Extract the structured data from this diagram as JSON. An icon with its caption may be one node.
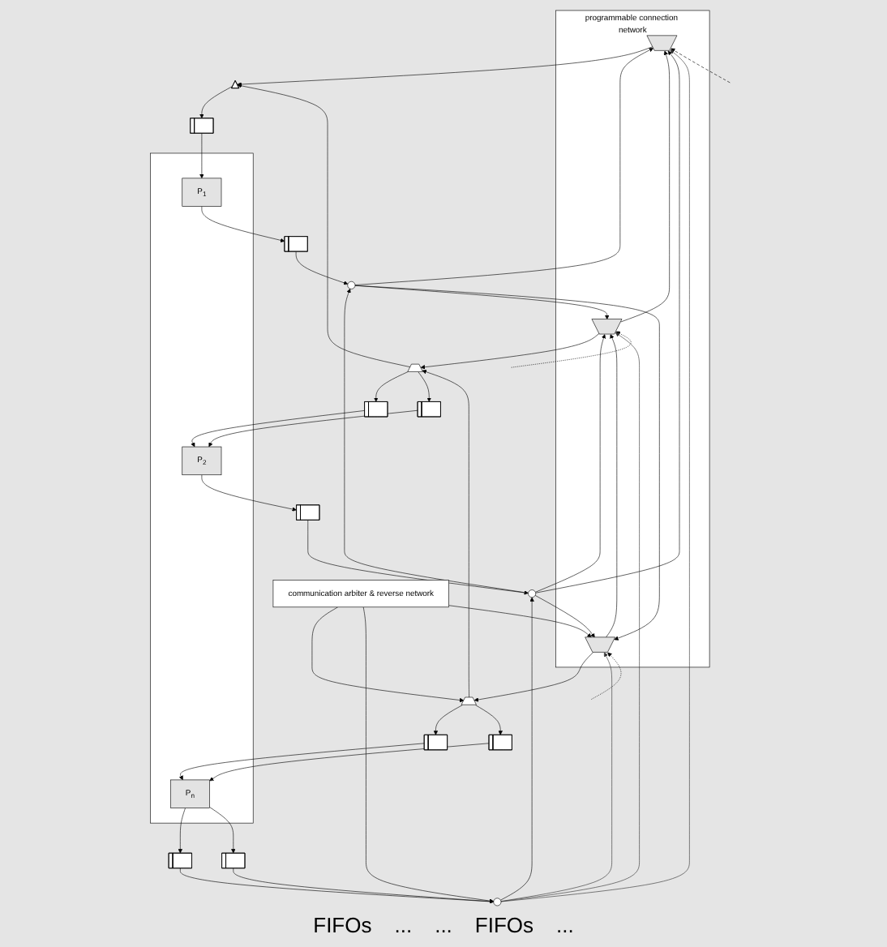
{
  "diagram": {
    "nodes": [
      {
        "text": [
          "programmable connection network"
        ]
      },
      {
        "text": [],
        "shape": "trapezoid",
        "in": 0
      },
      {
        "text": [],
        "shape": "trapezoid",
        "in": 0
      },
      {
        "text": [],
        "shape": "trapezoid",
        "in": 0
      },
      {
        "text": [
          "communication arbiter & reverse network"
        ]
      },
      {
        "text": [],
        "shape": "triangle"
      },
      {
        "text": [],
        "shape": "trapezoid"
      },
      {
        "text": [],
        "shape": "trapezoid"
      },
      {
        "text": [],
        "shape": "box"
      },
      {
        "text": [],
        "shape": "box"
      },
      {
        "text": [],
        "shape": "box"
      },
      {
        "text": [],
        "shape": "box"
      },
      {
        "text": [],
        "shape": "box"
      },
      {
        "text": [],
        "shape": "box"
      },
      {
        "text": [
          "P$_{1}$"
        ],
        "in": 13
      },
      {
        "text": [
          "P$_{2}$"
        ],
        "in": 13
      },
      {
        "text": [
          "P$_{n}$"
        ],
        "in": 13
      },
      {
        "text": [],
        "shape": "box"
      },
      {
        "text": [],
        "shape": "box"
      },
      {
        "text": [],
        "shape": "box"
      },
      {
        "text": [],
        "shape": "box"
      },
      {
        "text": [],
        "shape": "circle"
      },
      {
        "text": [],
        "shape": "circle"
      },
      {
        "text": [],
        "shape": "circle"
      }
    ],
    "edges": [
      {
        "from": 4,
        "to": 3,
        "arrow": "to"
      },
      {
        "from": 3,
        "to": 2,
        "arrow": "to"
      },
      {
        "from": 2,
        "to": 1,
        "arrow": "to"
      },
      {
        "from": 1,
        "to": 5,
        "arrow": "to"
      },
      {
        "from": 2,
        "to": 6,
        "arrow": "to"
      },
      {
        "from": 3,
        "to": 7,
        "arrow": "to"
      },
      {
        "from": 4,
        "to": 7,
        "arrow": "to"
      },
      {
        "from": 7,
        "to": 6,
        "arrow": "to"
      },
      {
        "from": 6,
        "to": 5,
        "arrow": "to"
      },
      {
        "from": 5,
        "to": 8,
        "arrow": "to"
      },
      {
        "from": 6,
        "to": 9,
        "arrow": "to"
      },
      {
        "from": 6,
        "to": 10,
        "arrow": "to"
      },
      {
        "from": 7,
        "to": 11,
        "arrow": "to"
      },
      {
        "from": 7,
        "to": 12,
        "arrow": "to"
      },
      {
        "from": 8,
        "to": 14,
        "arrow": "to"
      },
      {
        "from": 9,
        "to": 15,
        "arrow": "to"
      },
      {
        "from": 10,
        "to": 15,
        "arrow": "to"
      },
      {
        "from": 11,
        "to": 16,
        "arrow": "to"
      },
      {
        "from": 12,
        "to": 16,
        "arrow": "to"
      },
      {
        "from": 14,
        "to": 17,
        "arrow": "to"
      },
      {
        "from": 15,
        "to": 18,
        "arrow": "to"
      },
      {
        "from": 16,
        "to": 19,
        "arrow": "to"
      },
      {
        "from": 16,
        "to": 20,
        "arrow": "to"
      },
      {
        "from": 17,
        "to": 21,
        "arrow": "to"
      },
      {
        "from": 18,
        "to": 22,
        "arrow": "to"
      },
      {
        "from": 19,
        "to": 23,
        "arrow": "to"
      },
      {
        "from": 20,
        "to": 23,
        "arrow": "to"
      },
      {
        "from": 4,
        "to": 23,
        "arrow": "to"
      },
      {
        "from": 23,
        "to": 22,
        "arrow": "to"
      },
      {
        "from": 22,
        "to": 21,
        "arrow": "to"
      },
      {
        "from": 21,
        "to": 1,
        "arrow": "to"
      },
      {
        "from": 21,
        "to": 2,
        "arrow": "to"
      },
      {
        "from": 21,
        "to": 3,
        "arrow": "to"
      },
      {
        "from": 22,
        "to": 1,
        "arrow": "to"
      },
      {
        "from": 22,
        "to": 2,
        "arrow": "to"
      },
      {
        "from": 22,
        "to": 3,
        "arrow": "to"
      },
      {
        "from": null,
        "to": 1,
        "arrow": "to",
        "style": "dashed"
      },
      {
        "from": null,
        "to": 2,
        "arrow": "to",
        "style": "dashed"
      },
      {
        "from": null,
        "to": 3,
        "arrow": "to",
        "style": "dashed"
      },
      {
        "from": 23,
        "to": 1,
        "arrow": "to"
      },
      {
        "from": 23,
        "to": 2,
        "arrow": "to"
      },
      {
        "from": 23,
        "to": 3,
        "arrow": "to"
      }
    ],
    "labels": [
      "FIFOs",
      "...",
      "...",
      "FIFOs",
      "..."
    ]
  }
}
